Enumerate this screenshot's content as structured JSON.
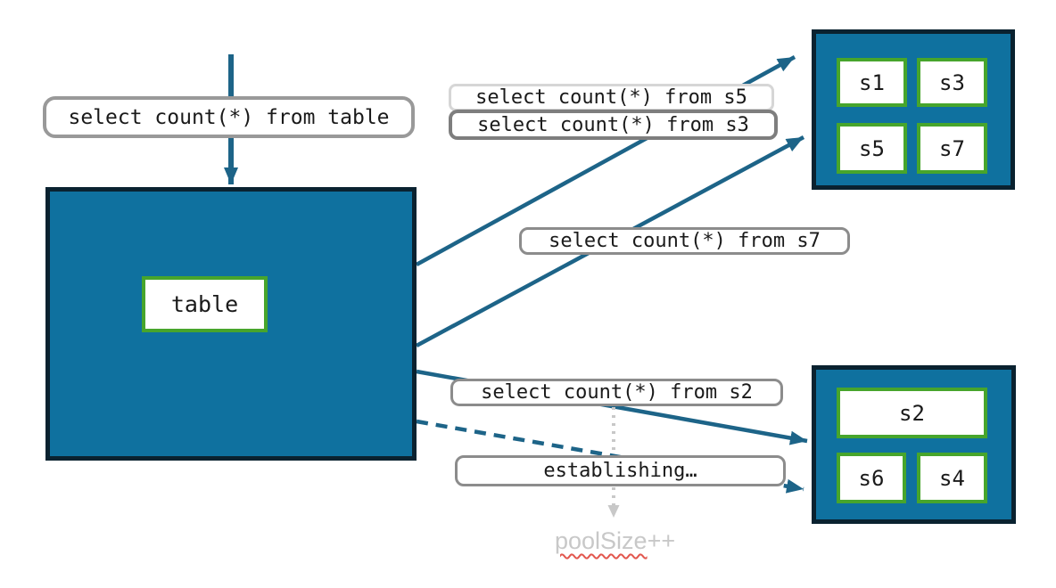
{
  "colors": {
    "teal_fill": "#0f719f",
    "box_border_dark": "#0a2230",
    "green_border": "#47a52c",
    "arrow_blue": "#1d6488",
    "label_border": "#8c8c8c",
    "label_border_light": "#d6d6d6",
    "label_border_strong": "#7e7e7e",
    "label_border_table": "#999999",
    "muted_gray": "#c8c8c8",
    "squiggle_red": "#e2574e",
    "text_dark": "#1a1a1a"
  },
  "main_table": {
    "label": "table"
  },
  "shards_top": {
    "items": [
      "s1",
      "s3",
      "s5",
      "s7"
    ]
  },
  "shards_bottom": {
    "items": [
      "s2",
      "s6",
      "s4"
    ]
  },
  "query_labels": {
    "table_query": "select count(*) from table",
    "s5_query": "select count(*) from s5",
    "s3_query": "select count(*) from s3",
    "s7_query": "select count(*) from s7",
    "s2_query": "select count(*) from s2",
    "establishing": "establishing…"
  },
  "pool_annotation": {
    "text": "poolSize",
    "suffix": "++"
  }
}
